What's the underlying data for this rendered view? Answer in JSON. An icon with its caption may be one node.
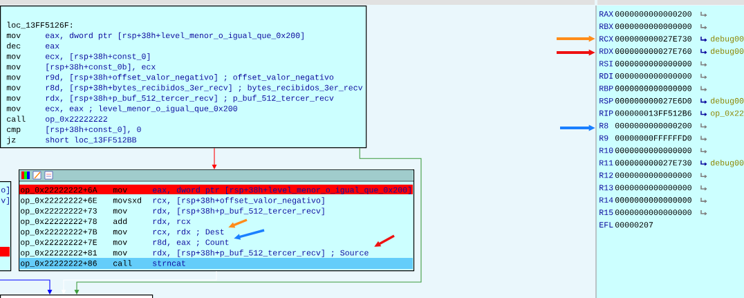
{
  "diagram": {
    "nodes": [
      {
        "text": [
          "loc_13FF5126F:",
          "mov",
          "eax, dword ptr [rsp+38h+level_menor_o_igual_que_0x200]",
          "dec",
          "eax",
          "mov",
          "ecx, [rsp+38h+const_0]",
          "mov",
          "[rsp+38h+const_0b], ecx",
          "mov",
          "r9d, [rsp+38h+offset_valor_negativo] ; offset_valor_negativo",
          "mov",
          "r8d, [rsp+38h+bytes_recibidos_3er_recv] ; bytes_recibidos_3er_recv",
          "mov",
          "rdx, [rsp+38h+p_buf_512_tercer_recv] ; p_buf_512_tercer_recv",
          "mov",
          "ecx, eax ; level_menor_o_igual_que_0x200",
          "call",
          "op_0x22222222",
          "cmp",
          "[rsp+38h+const_0], 0",
          "jz",
          "short loc_13FF512BB"
        ]
      },
      {
        "text": [
          "op_0x22222222+6A",
          "mov",
          "eax, dword ptr [rsp+38h+level_menor_o_igual_que_0x200]",
          "op_0x22222222+6E",
          "movsxd",
          "rcx, [rsp+38h+offset_valor_negativo]",
          "op_0x22222222+73",
          "mov",
          "rdx, [rsp+38h+p_buf_512_tercer_recv]",
          "op_0x22222222+78",
          "add",
          "rdx, rcx",
          "op_0x22222222+7B",
          "mov",
          "rcx, rdx ; Dest",
          "op_0x22222222+7E",
          "mov",
          "r8d, eax ; Count",
          "op_0x22222222+81",
          "mov",
          "rdx, [rsp+38h+p_buf_512_tercer_recv] ; Source",
          "op_0x22222222+86",
          "call",
          "strncat"
        ]
      },
      {
        "text": [
          "RAX",
          "0000000000000200",
          "RBX",
          "0000000000000000",
          "RCX",
          "000000000027E730",
          "debug00",
          "RDX",
          "000000000027E760",
          "debug00",
          "RSI",
          "0000000000000000",
          "RDI",
          "0000000000000000",
          "RBP",
          "0000000000000000",
          "RSP",
          "000000000027E6D0",
          "debug00",
          "RIP",
          "000000013FF512B6",
          "op_0x22",
          "R8",
          "0000000000000200",
          "R9",
          "00000000FFFFFFD0",
          "R10",
          "0000000000000000",
          "R11",
          "000000000027E730",
          "debug00",
          "R12",
          "0000000000000000",
          "R13",
          "0000000000000000",
          "R14",
          "0000000000000000",
          "R15",
          "0000000000000000",
          "EFL",
          "00000207"
        ]
      },
      {
        "text": [
          "o]",
          "v]"
        ]
      },
      {
        "text": [],
        "shape": "box"
      }
    ],
    "edges": [
      {
        "from": 0,
        "to": 1,
        "arrow": "to",
        "color": "#ff0000"
      },
      {
        "from": 0,
        "to": 4,
        "arrow": "to",
        "color": "#3a9a3a"
      },
      {
        "from": 1,
        "to": 4,
        "arrow": "to",
        "color": "#ffffff"
      },
      {
        "from": null,
        "to": 4,
        "arrow": "to",
        "color": "#0000ff"
      },
      {
        "from": null,
        "to": 2,
        "arrow": "to",
        "style": "thick",
        "color": "#ff8c1a"
      },
      {
        "from": null,
        "to": 2,
        "arrow": "to",
        "style": "thick",
        "color": "#ee1111"
      },
      {
        "from": null,
        "to": 2,
        "arrow": "to",
        "style": "thick",
        "color": "#1a7fff"
      }
    ]
  }
}
